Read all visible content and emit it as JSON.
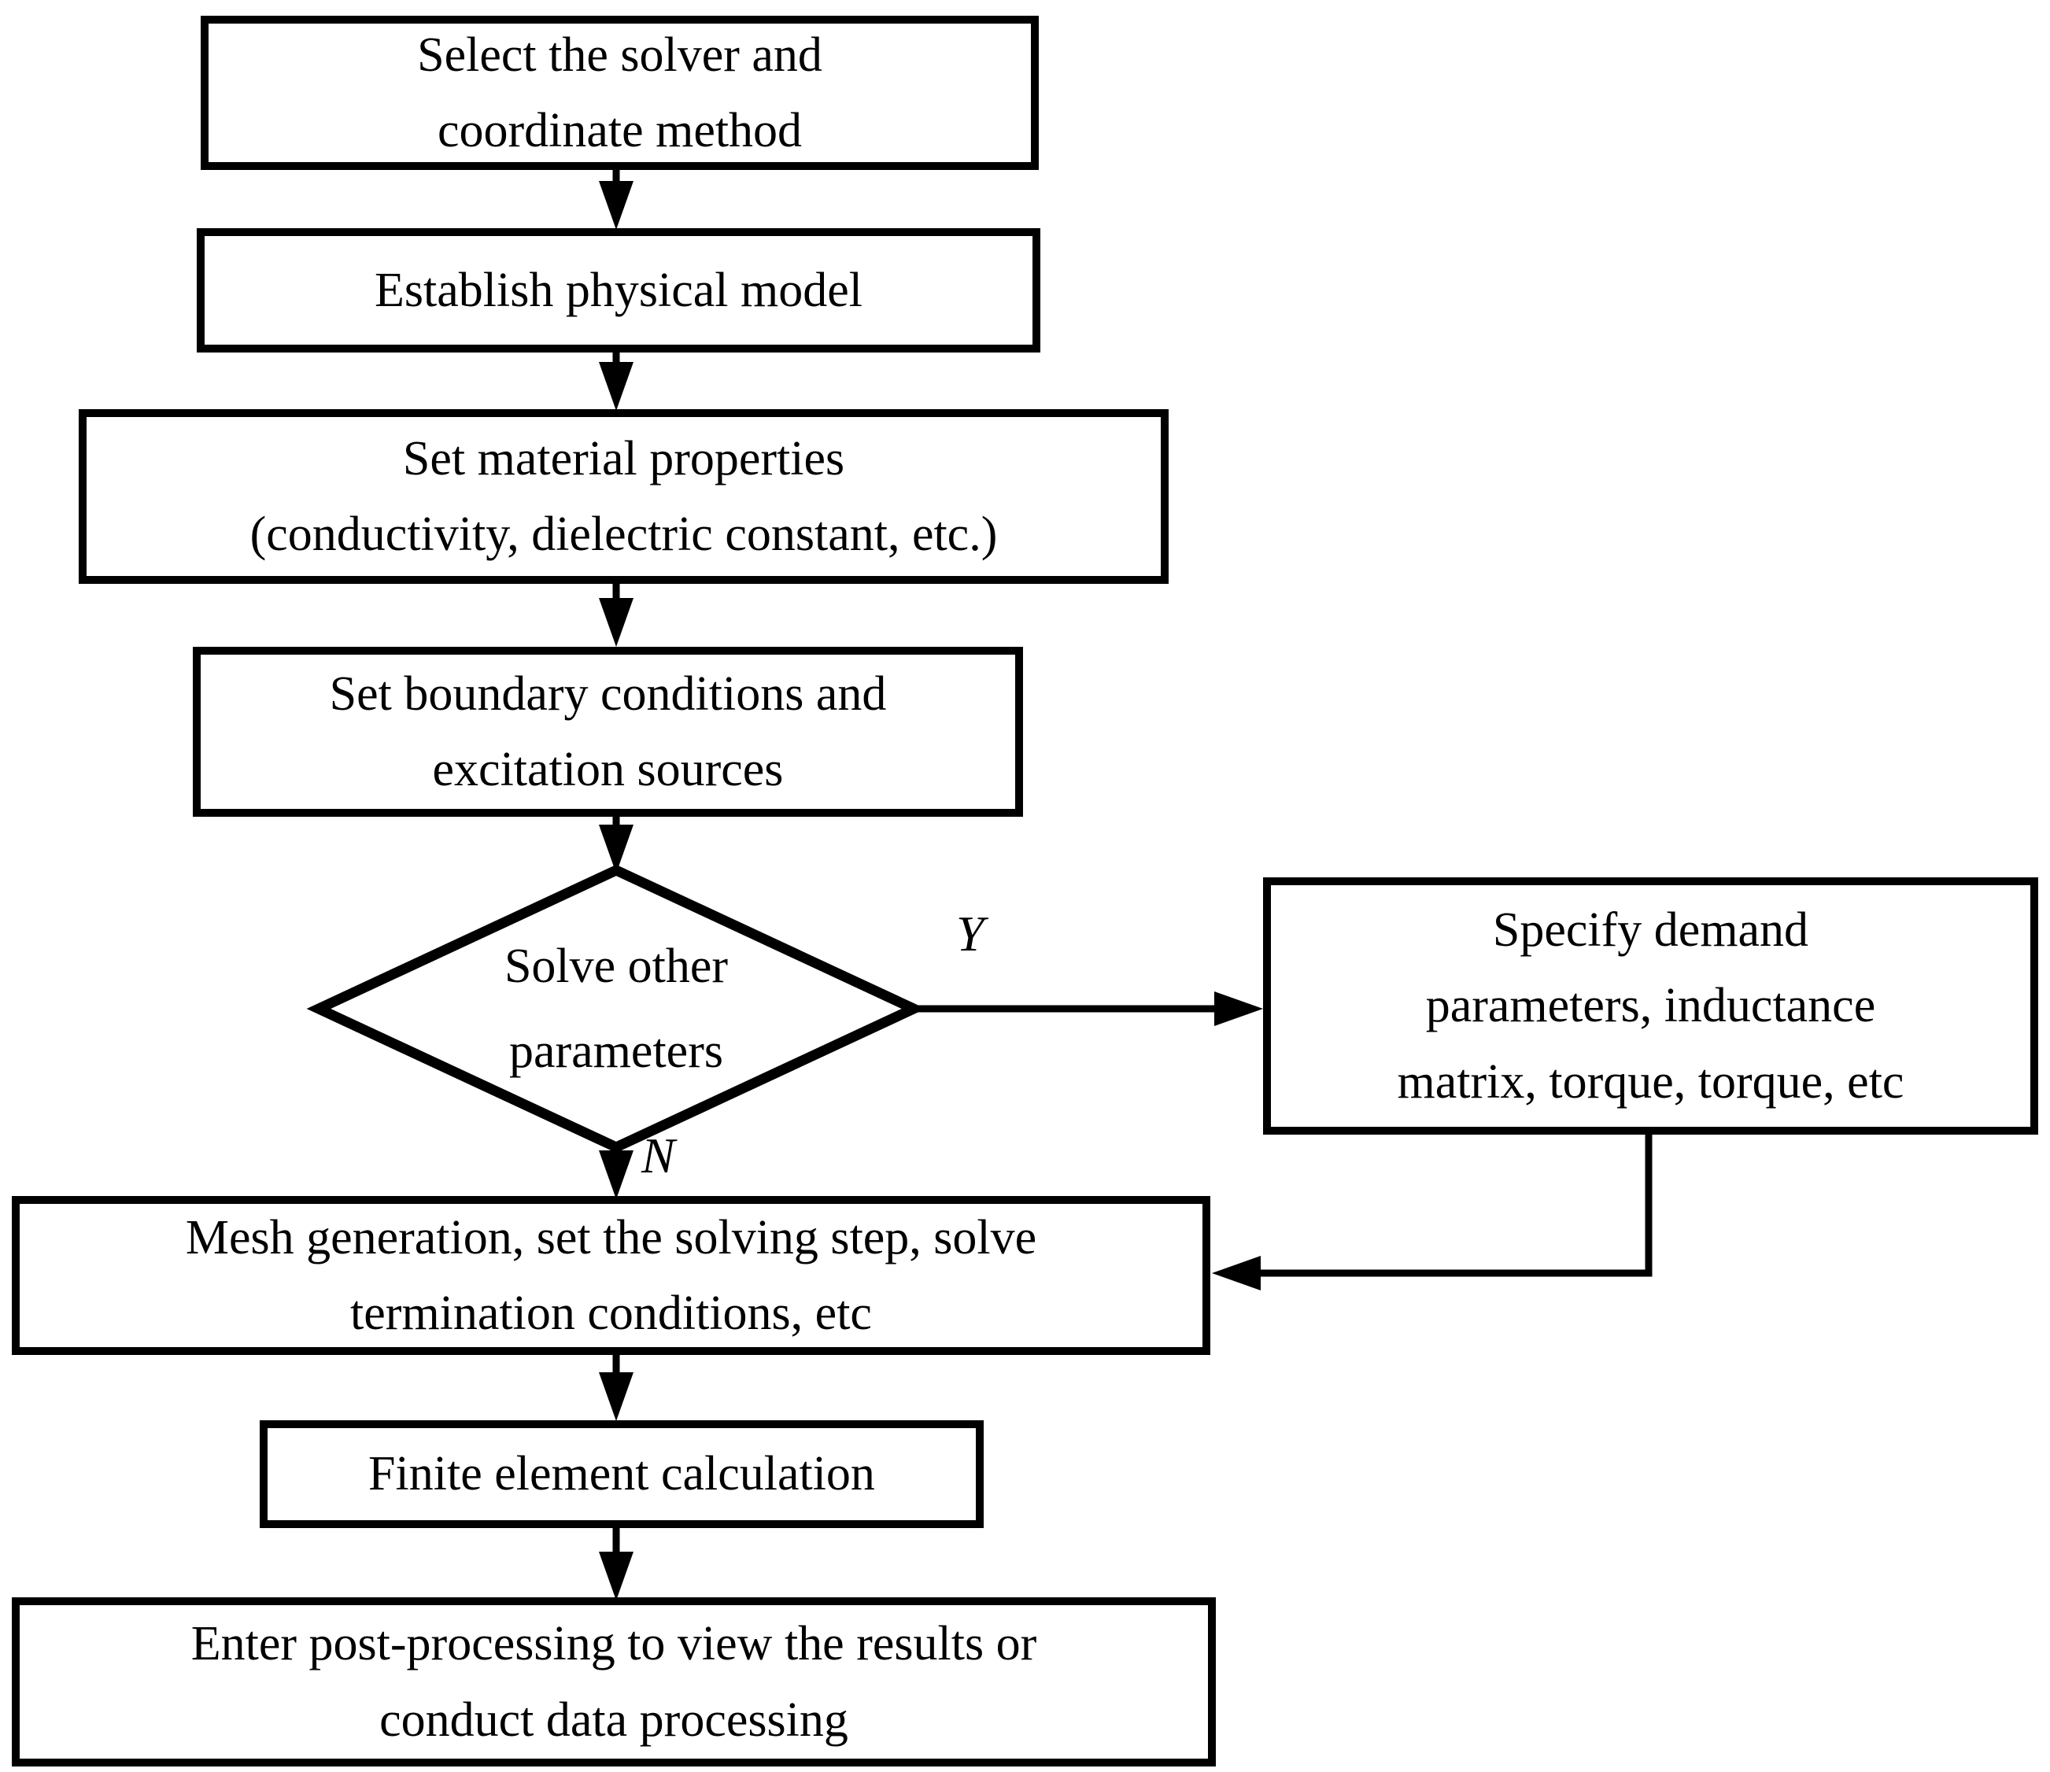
{
  "flowchart": {
    "nodes": {
      "select_solver": {
        "label": "Select the solver and\ncoordinate method"
      },
      "establish_model": {
        "label": "Establish physical model"
      },
      "material_properties": {
        "label": "Set material properties\n(conductivity, dielectric constant, etc.)"
      },
      "boundary_conditions": {
        "label": "Set boundary conditions and\nexcitation sources"
      },
      "solve_decision": {
        "label": "Solve other\nparameters"
      },
      "specify_demand": {
        "label": "Specify demand\nparameters, inductance\nmatrix, torque, torque, etc"
      },
      "mesh_generation": {
        "label": "Mesh generation, set the solving step, solve\ntermination conditions, etc"
      },
      "finite_element": {
        "label": "Finite element calculation"
      },
      "post_processing": {
        "label": "Enter post-processing to view the results or\nconduct data processing"
      }
    },
    "branch_labels": {
      "yes": "Y",
      "no": "N"
    },
    "colors": {
      "stroke": "#000000",
      "background": "#ffffff",
      "text": "#000000"
    }
  }
}
